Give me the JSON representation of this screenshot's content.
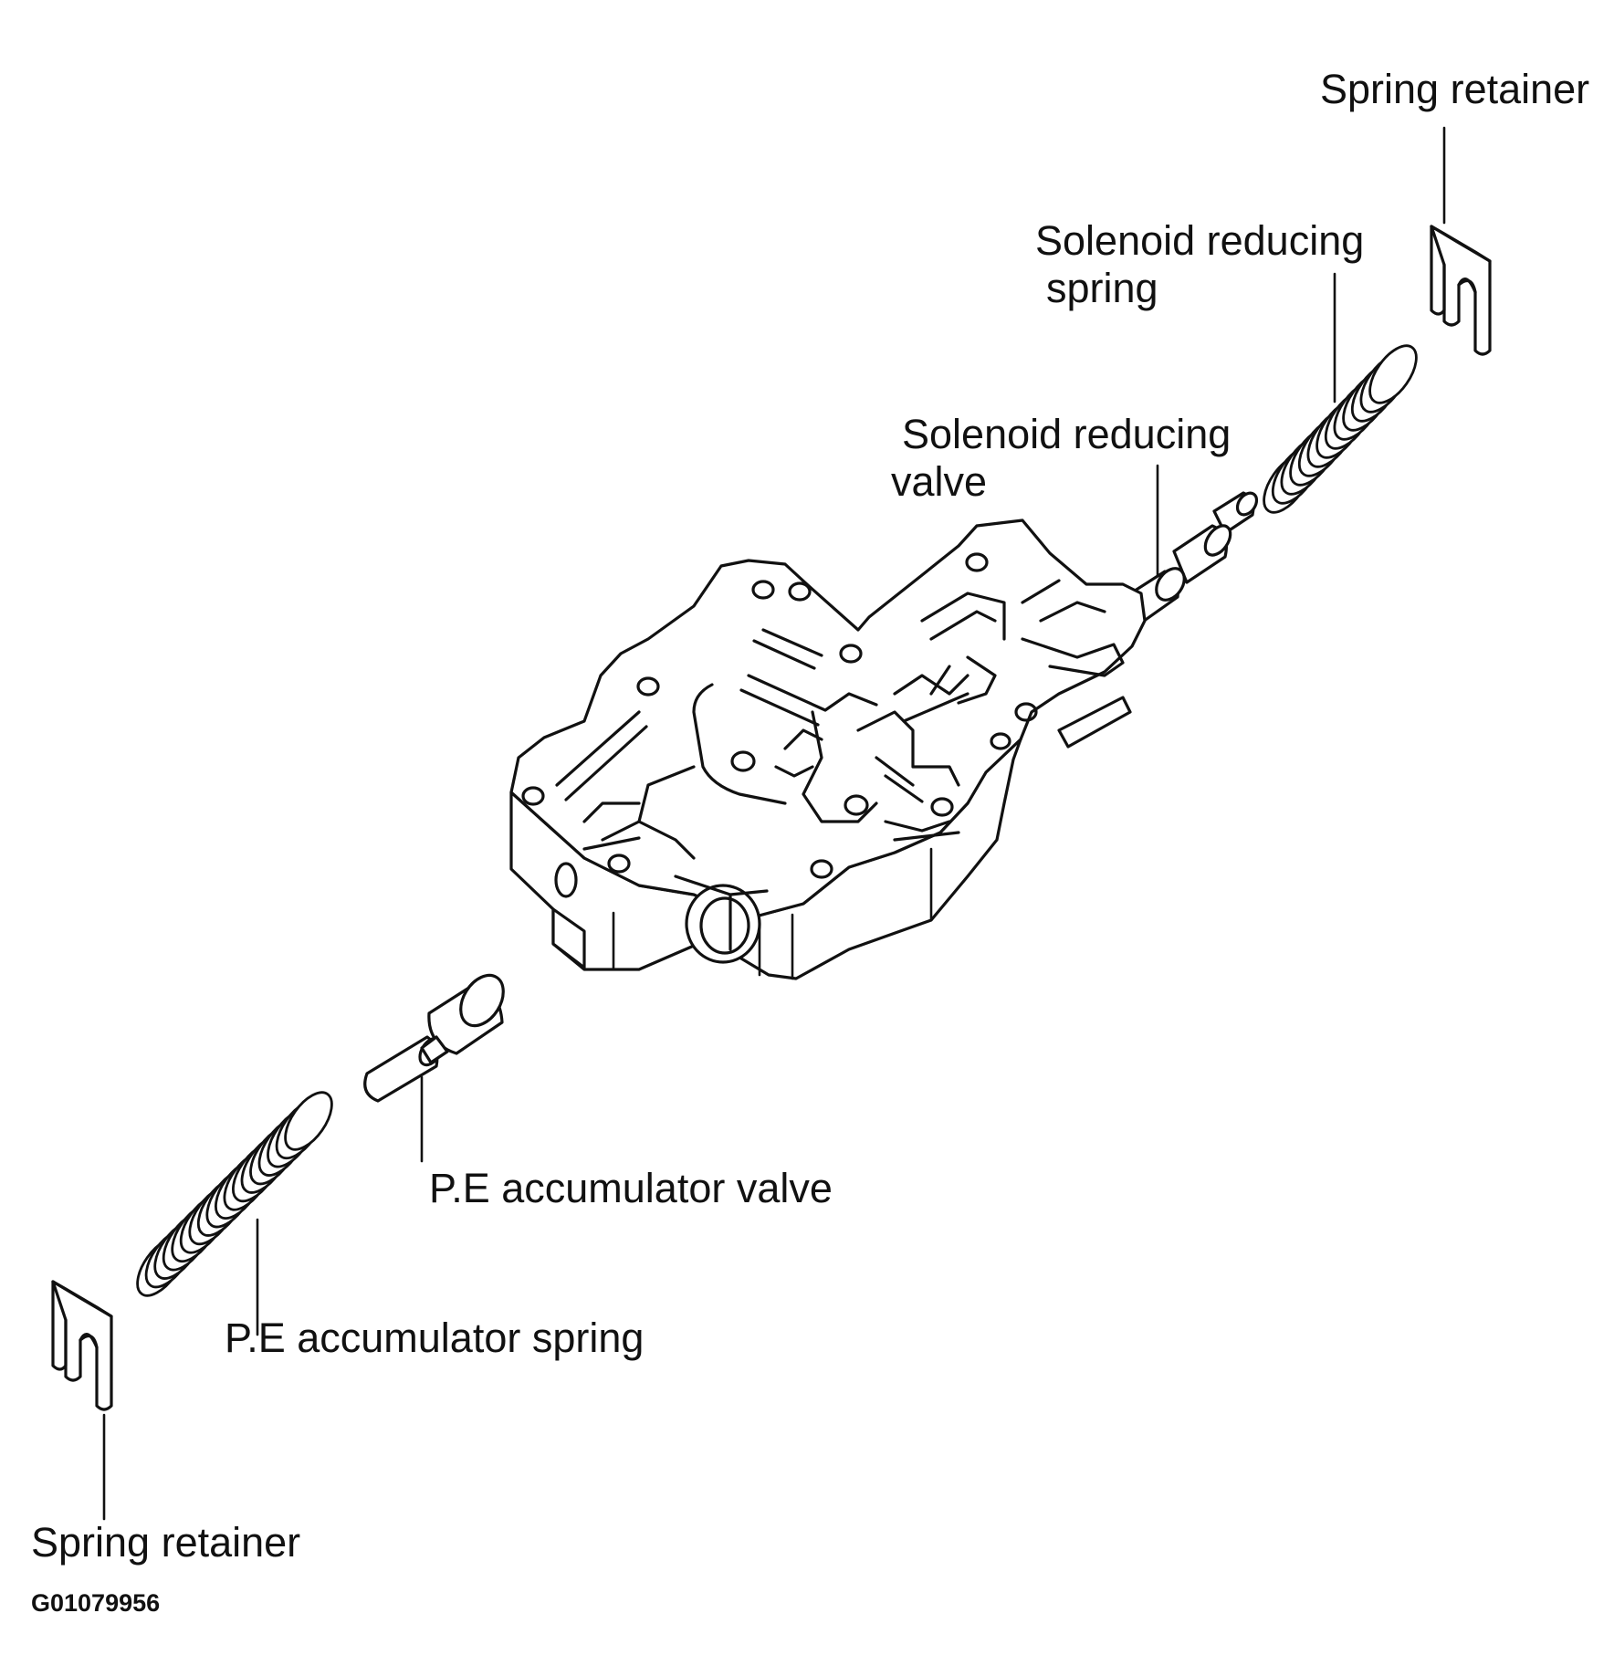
{
  "figure_code": "G01079956",
  "labels": {
    "spring_retainer_top": "Spring retainer",
    "solenoid_reducing_spring_line1": "Solenoid reducing",
    "solenoid_reducing_spring_line2": "spring",
    "solenoid_reducing_valve_line1": "Solenoid reducing",
    "solenoid_reducing_valve_line2": "valve",
    "pe_accumulator_valve": "P.E accumulator valve",
    "pe_accumulator_spring": "P.E accumulator spring",
    "spring_retainer_bottom": "Spring retainer"
  },
  "parts": [
    "spring-retainer",
    "solenoid-reducing-spring",
    "solenoid-reducing-valve",
    "valve-body",
    "pe-accumulator-valve",
    "pe-accumulator-spring",
    "spring-retainer"
  ],
  "colors": {
    "line": "#111111",
    "background": "#ffffff"
  }
}
